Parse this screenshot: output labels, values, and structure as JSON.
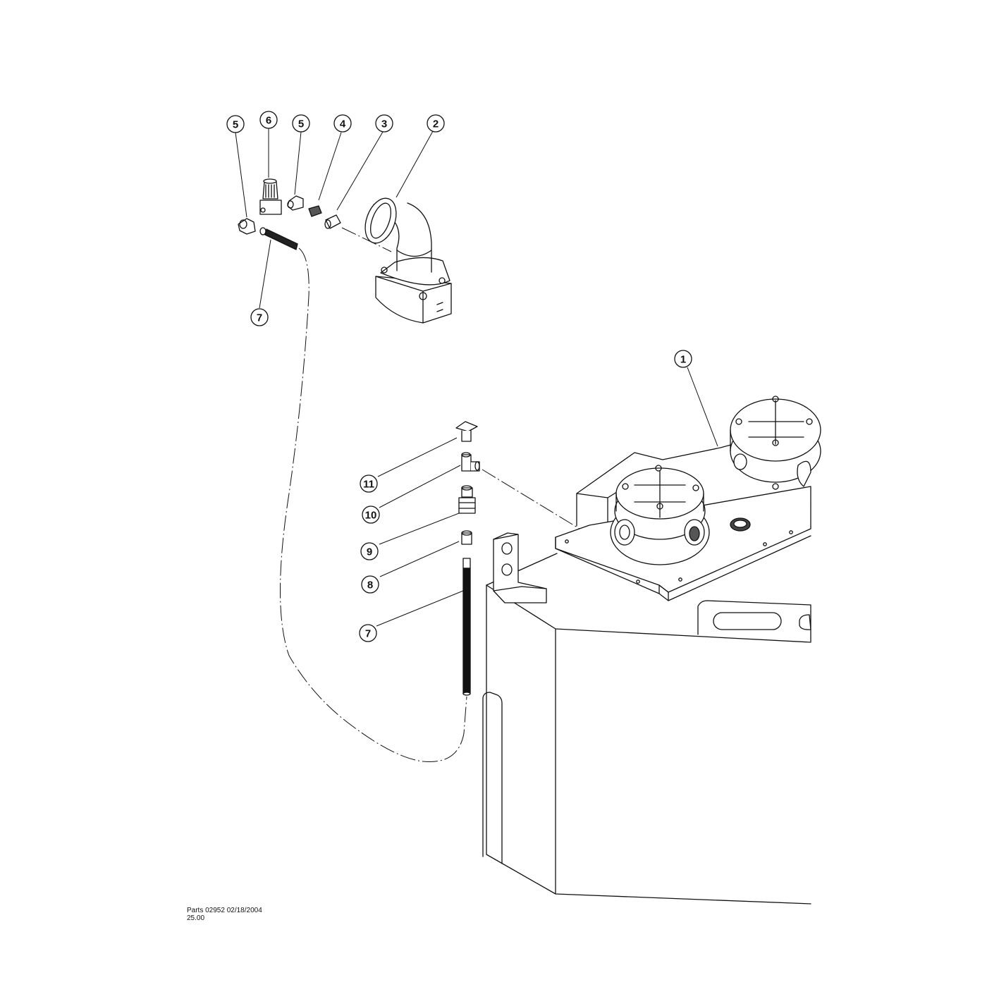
{
  "callouts": [
    {
      "id": "c5a",
      "label": "5"
    },
    {
      "id": "c6",
      "label": "6"
    },
    {
      "id": "c5b",
      "label": "5"
    },
    {
      "id": "c4",
      "label": "4"
    },
    {
      "id": "c3",
      "label": "3"
    },
    {
      "id": "c2",
      "label": "2"
    },
    {
      "id": "c7a",
      "label": "7"
    },
    {
      "id": "c1",
      "label": "1"
    },
    {
      "id": "c11",
      "label": "11"
    },
    {
      "id": "c10",
      "label": "10"
    },
    {
      "id": "c9",
      "label": "9"
    },
    {
      "id": "c8",
      "label": "8"
    },
    {
      "id": "c7b",
      "label": "7"
    }
  ],
  "footer": {
    "line1": "Parts 02952 02/18/2004",
    "line2": "25.00"
  }
}
